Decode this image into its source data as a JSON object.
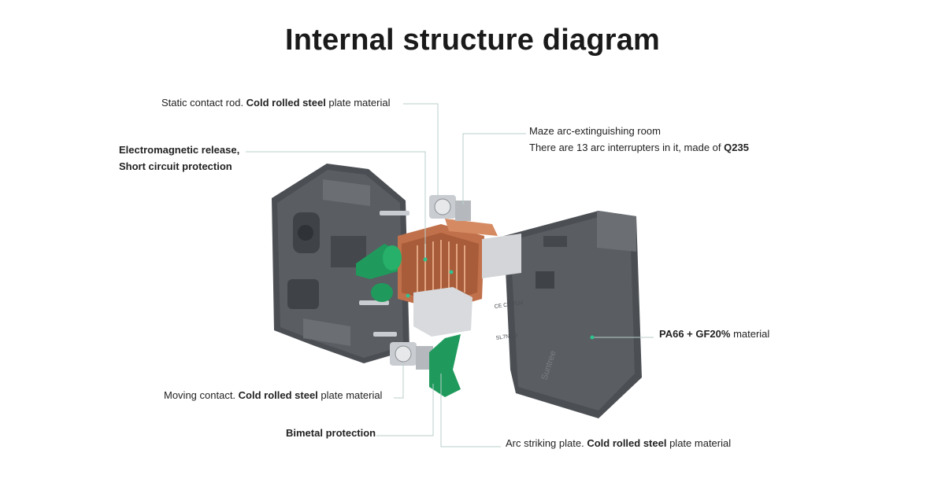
{
  "title": "Internal structure diagram",
  "colors": {
    "leader_line": "#b9cfcb",
    "marker_dot": "#2fc38f",
    "housing": "#4b4e53",
    "housing_light": "#6b6f74",
    "copper": "#c0704a",
    "green_part": "#1f9a5c",
    "steel": "#c9ccd0"
  },
  "labels": {
    "static_rod": {
      "pre": "Static contact rod. ",
      "bold": "Cold rolled steel",
      "post": " plate material"
    },
    "electromagnetic": {
      "line1": "Electromagnetic release,",
      "line2": "Short circuit protection"
    },
    "maze": {
      "line1": "Maze arc-extinguishing room",
      "line2_pre": "There are 13 arc interrupters in it, made of ",
      "line2_bold": "Q235"
    },
    "housing_mat": {
      "bold": "PA66 + GF20%",
      "post": " material"
    },
    "moving": {
      "pre": "Moving contact. ",
      "bold": "Cold rolled steel",
      "post": " plate material"
    },
    "bimetal": {
      "bold": "Bimetal protection"
    },
    "arc_plate": {
      "pre": "Arc striking plate. ",
      "bold": "Cold rolled steel",
      "post": " plate material"
    }
  },
  "housing_markings": [
    "CE CB TUV",
    "SL7N-63",
    "Suntree"
  ]
}
